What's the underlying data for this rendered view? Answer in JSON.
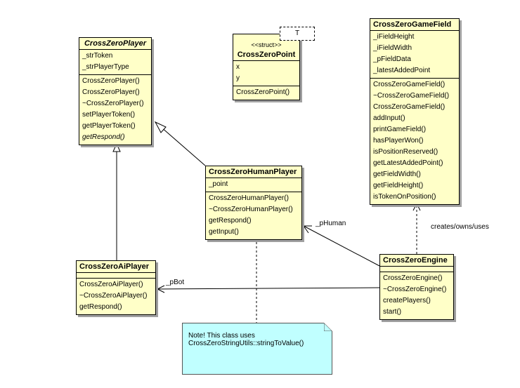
{
  "classes": {
    "player": {
      "name": "CrossZeroPlayer",
      "attributes": [
        "_strToken",
        "_strPlayerType"
      ],
      "operations": [
        "CrossZeroPlayer()",
        "CrossZeroPlayer()",
        "~CrossZeroPlayer()",
        "setPlayerToken()",
        "getPlayerToken()",
        "getRespond()"
      ]
    },
    "point": {
      "stereotype": "<<struct>>",
      "name": "CrossZeroPoint",
      "template_param": "T",
      "attributes": [
        "x",
        "y"
      ],
      "operations": [
        "CrossZeroPoint()"
      ]
    },
    "game_field": {
      "name": "CrossZeroGameField",
      "attributes": [
        "_iFieldHeight",
        "_iFieldWidth",
        "_pFieldData",
        "_latestAddedPoint"
      ],
      "operations": [
        "CrossZeroGameField()",
        "~CrossZeroGameField()",
        "CrossZeroGameField()",
        "addInput()",
        "printGameField()",
        "hasPlayerWon()",
        "isPositionReserved()",
        "getLatestAddedPoint()",
        "getFieldWidth()",
        "getFieldHeight()",
        "isTokenOnPosition()"
      ]
    },
    "human_player": {
      "name": "CrossZeroHumanPlayer",
      "attributes": [
        "_point"
      ],
      "operations": [
        "CrossZeroHumanPlayer()",
        "~CrossZeroHumanPlayer()",
        "getRespond()",
        "getInput()"
      ]
    },
    "ai_player": {
      "name": "CrossZeroAiPlayer",
      "attributes": [],
      "operations": [
        "CrossZeroAiPlayer()",
        "~CrossZeroAiPlayer()",
        "getRespond()"
      ]
    },
    "engine": {
      "name": "CrossZeroEngine",
      "attributes": [],
      "operations": [
        "CrossZeroEngine()",
        "~CrossZeroEngine()",
        "createPlayers()",
        "start()"
      ]
    }
  },
  "labels": {
    "p_human": "_pHuman",
    "p_bot": "_pBot",
    "creates": "creates/owns/uses"
  },
  "note": {
    "line1": "Note! This class  uses",
    "line2": "CrossZeroStringUtils::stringToValue()"
  }
}
